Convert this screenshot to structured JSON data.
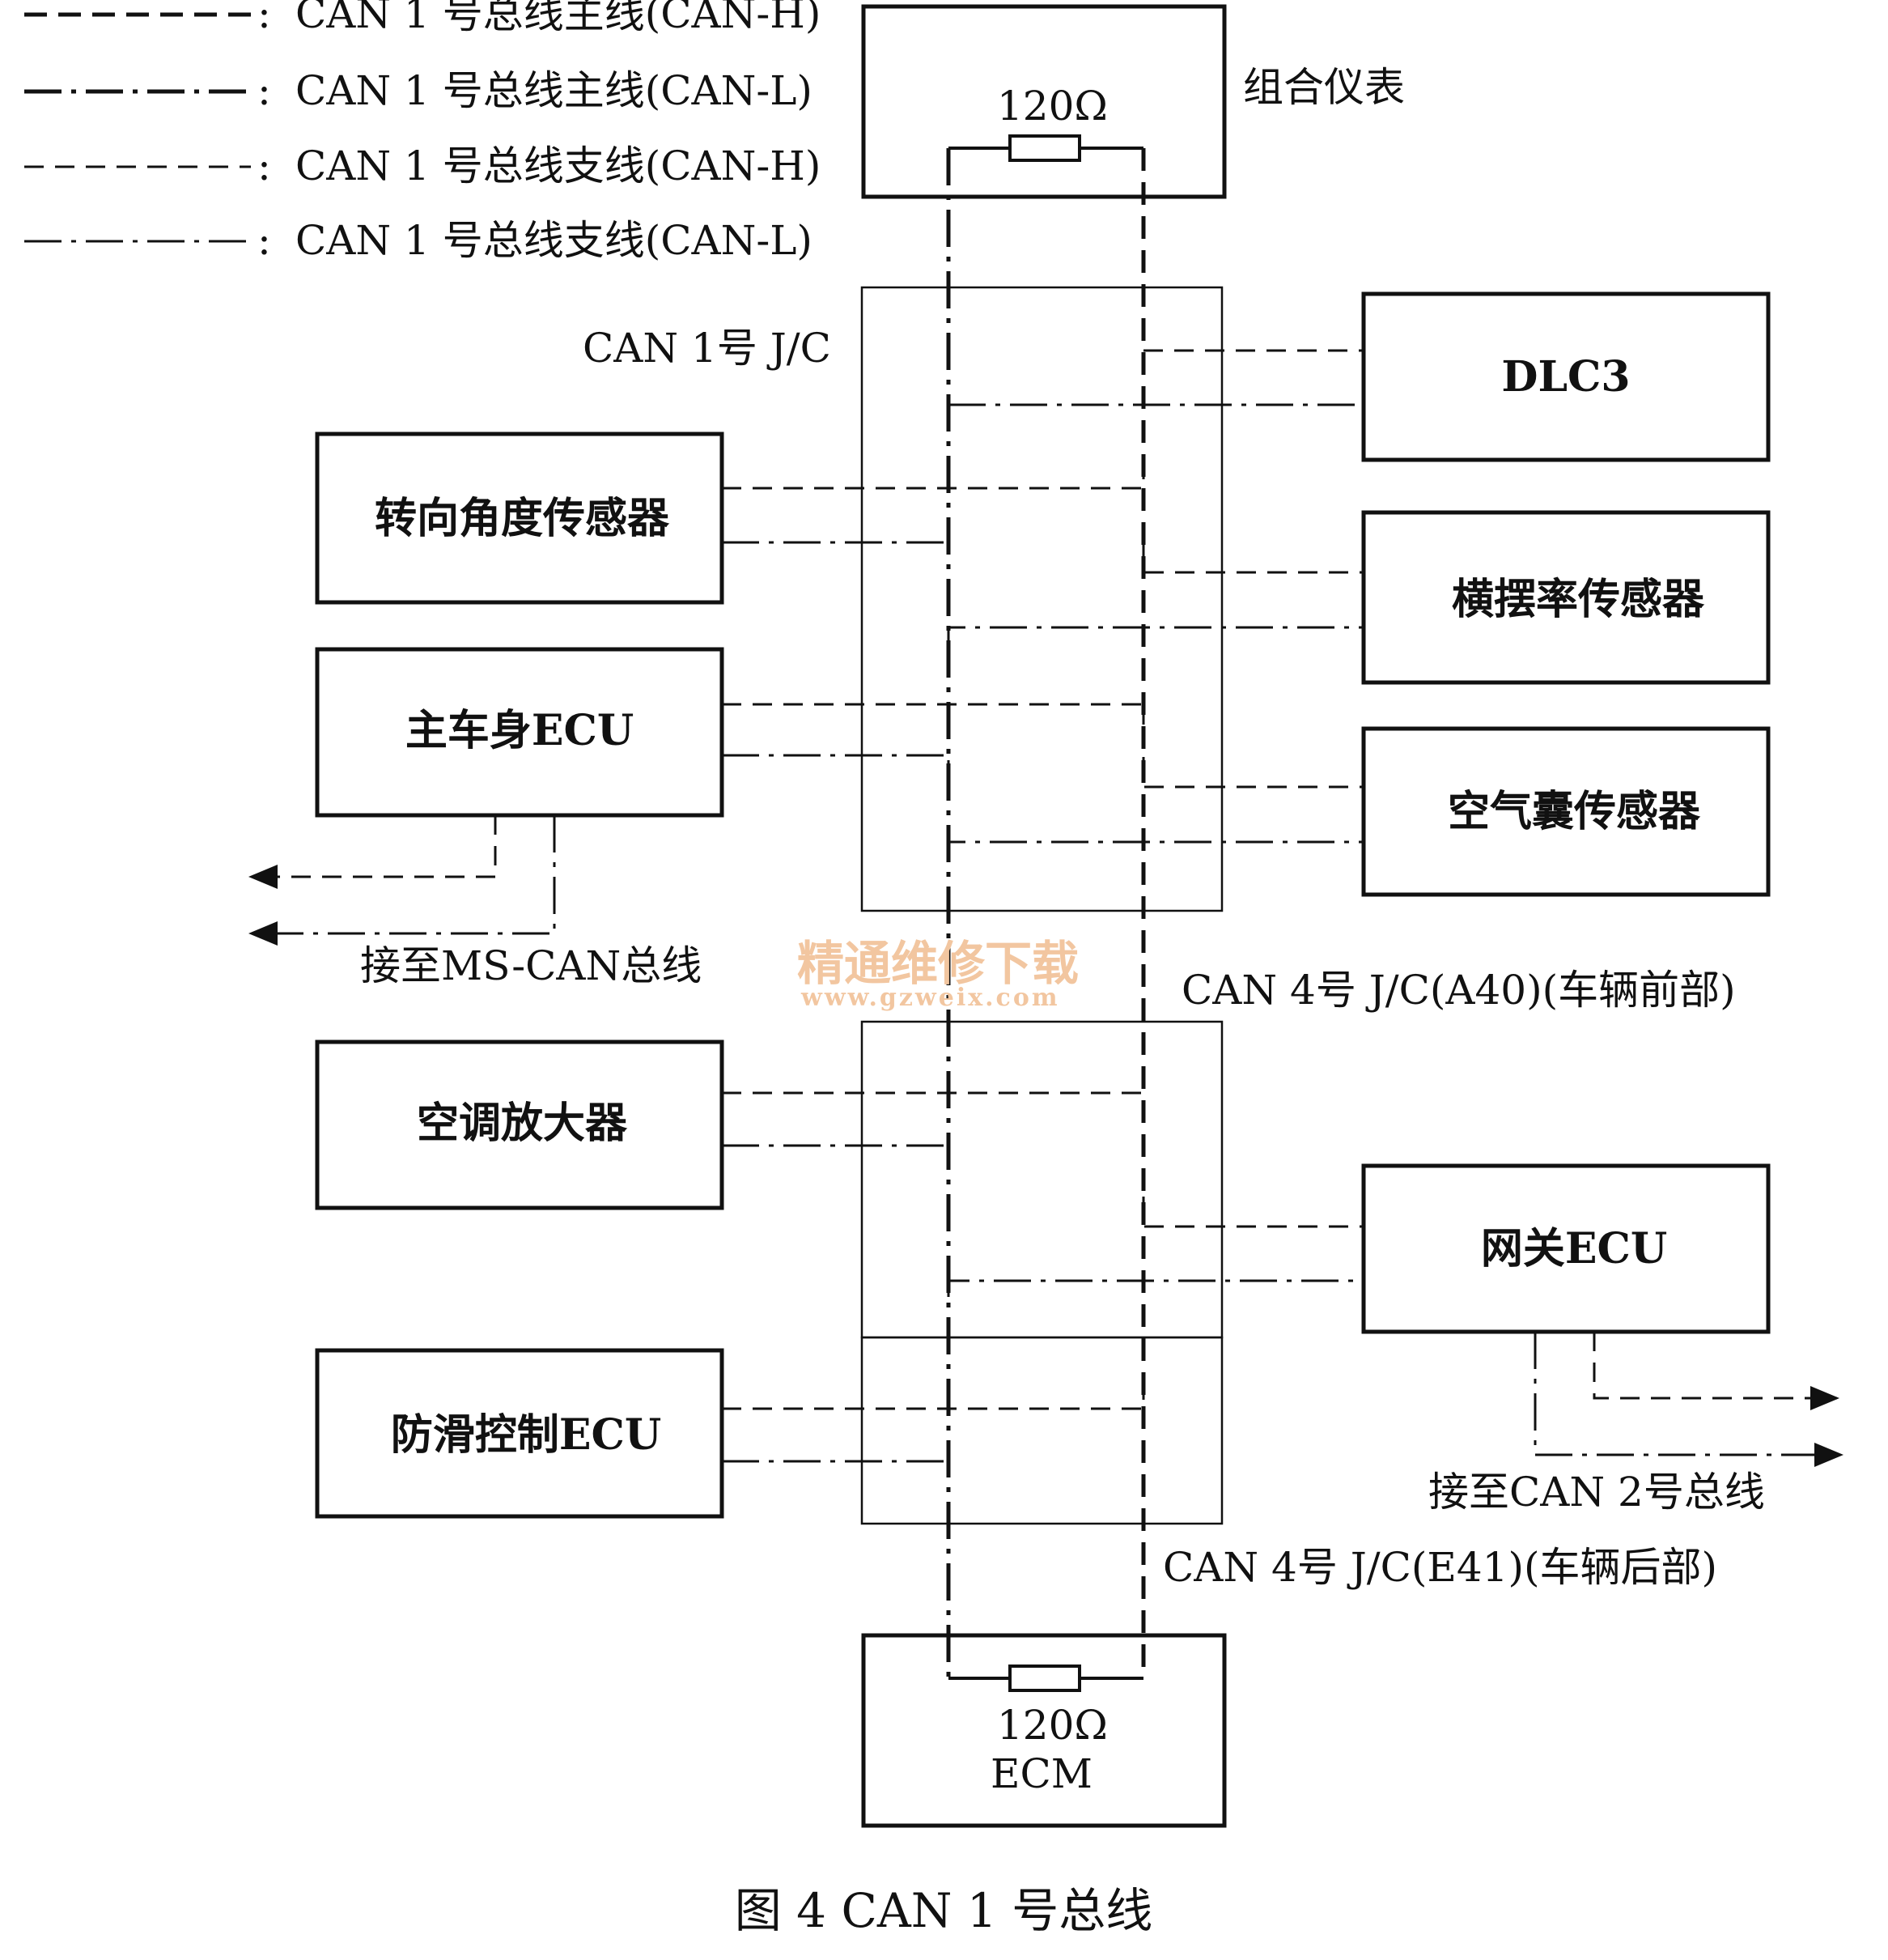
{
  "legend": [
    {
      "style": "mainH",
      "label": "CAN 1 号总线主线(CAN-H)"
    },
    {
      "style": "mainL",
      "label": "CAN 1 号总线主线(CAN-L)"
    },
    {
      "style": "brH",
      "label": "CAN 1 号总线支线(CAN-H)"
    },
    {
      "style": "brL",
      "label": "CAN 1 号总线支线(CAN-L)"
    }
  ],
  "legend_colon": ":",
  "nodes": {
    "combination_meter": "组合仪表",
    "ecm": "ECM",
    "dlc3": "DLC3",
    "yaw_rate_sensor": "横摆率传感器",
    "airbag_sensor": "空气囊传感器",
    "gateway_ecu": "网关ECU",
    "steering_angle_sensor": "转向角度传感器",
    "main_body_ecu": "主车身ECU",
    "ac_amplifier": "空调放大器",
    "skid_control_ecu": "防滑控制ECU"
  },
  "resistor_top": "120Ω",
  "resistor_bottom": "120Ω",
  "junctions": {
    "can1_jc": "CAN 1号 J/C",
    "can4_front": "CAN 4号 J/C(A40)(车辆前部)",
    "can4_rear": "CAN 4号 J/C(E41)(车辆后部)"
  },
  "to_ms_can": "接至MS-CAN总线",
  "to_can2": "接至CAN 2号总线",
  "watermark": {
    "line1": "精通维修下载",
    "line2": "www.gzweix.com"
  },
  "caption": "图 4   CAN 1 号总线"
}
